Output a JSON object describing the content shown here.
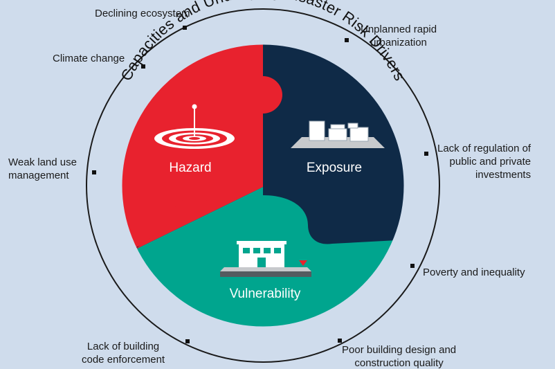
{
  "ring_title": "Capacities and Underlying Disaster Risk Drivers",
  "segments": {
    "hazard": {
      "label": "Hazard",
      "color": "#e8222e",
      "icon": "target-icon"
    },
    "exposure": {
      "label": "Exposure",
      "color": "#0f2a47",
      "icon": "buildings-icon"
    },
    "vulnerability": {
      "label": "Vulnerability",
      "color": "#00a58e",
      "icon": "house-icon"
    }
  },
  "drivers": {
    "declining_ecosystem": "Declining ecosystem",
    "climate_change": "Climate change",
    "weak_land_use_1": "Weak land use",
    "weak_land_use_2": "management",
    "lack_building_code_1": "Lack of building",
    "lack_building_code_2": "code enforcement",
    "poor_building_design_1": "Poor building design and",
    "poor_building_design_2": "construction quality",
    "poverty": "Poverty and inequality",
    "lack_regulation_1": "Lack of regulation of",
    "lack_regulation_2": "public and private",
    "lack_regulation_3": "investments",
    "unplanned_1": "Unplanned rapid",
    "unplanned_2": "urbanization"
  },
  "colors": {
    "background": "#cfdcec",
    "ring": "#1a1a1a",
    "hazard": "#e8222e",
    "exposure": "#0f2a47",
    "vulnerability": "#00a58e"
  }
}
